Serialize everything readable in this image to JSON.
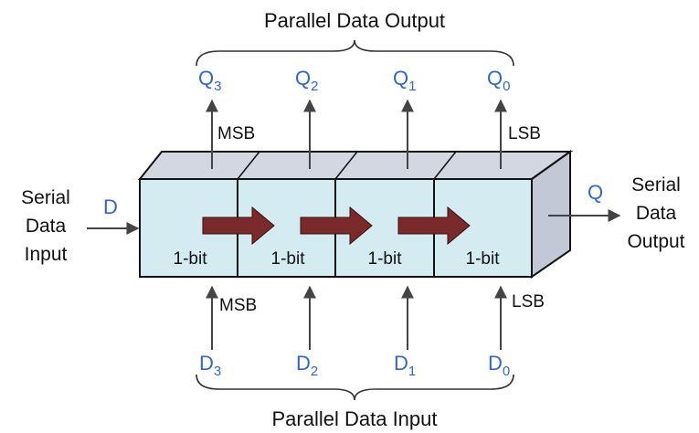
{
  "titles": {
    "parallel_output": "Parallel Data Output",
    "parallel_input": "Parallel Data Input"
  },
  "serial_input": {
    "line1": "Serial",
    "line2": "Data",
    "line3": "Input",
    "pin": "D"
  },
  "serial_output": {
    "line1": "Serial",
    "line2": "Data",
    "line3": "Output",
    "pin": "Q"
  },
  "outputs": [
    {
      "base": "Q",
      "sub": "3"
    },
    {
      "base": "Q",
      "sub": "2"
    },
    {
      "base": "Q",
      "sub": "1"
    },
    {
      "base": "Q",
      "sub": "0"
    }
  ],
  "inputs": [
    {
      "base": "D",
      "sub": "3"
    },
    {
      "base": "D",
      "sub": "2"
    },
    {
      "base": "D",
      "sub": "1"
    },
    {
      "base": "D",
      "sub": "0"
    }
  ],
  "cells": [
    "1-bit",
    "1-bit",
    "1-bit",
    "1-bit"
  ],
  "significance": {
    "top_msb": "MSB",
    "top_lsb": "LSB",
    "bottom_msb": "MSB",
    "bottom_lsb": "LSB"
  },
  "colors": {
    "cell_front": "#d4ebf2",
    "cell_top": "#d2d7e2",
    "cell_side": "#c3c8d6",
    "shift_arrow": "#7a2a2a",
    "pin_label": "#3366cc"
  }
}
